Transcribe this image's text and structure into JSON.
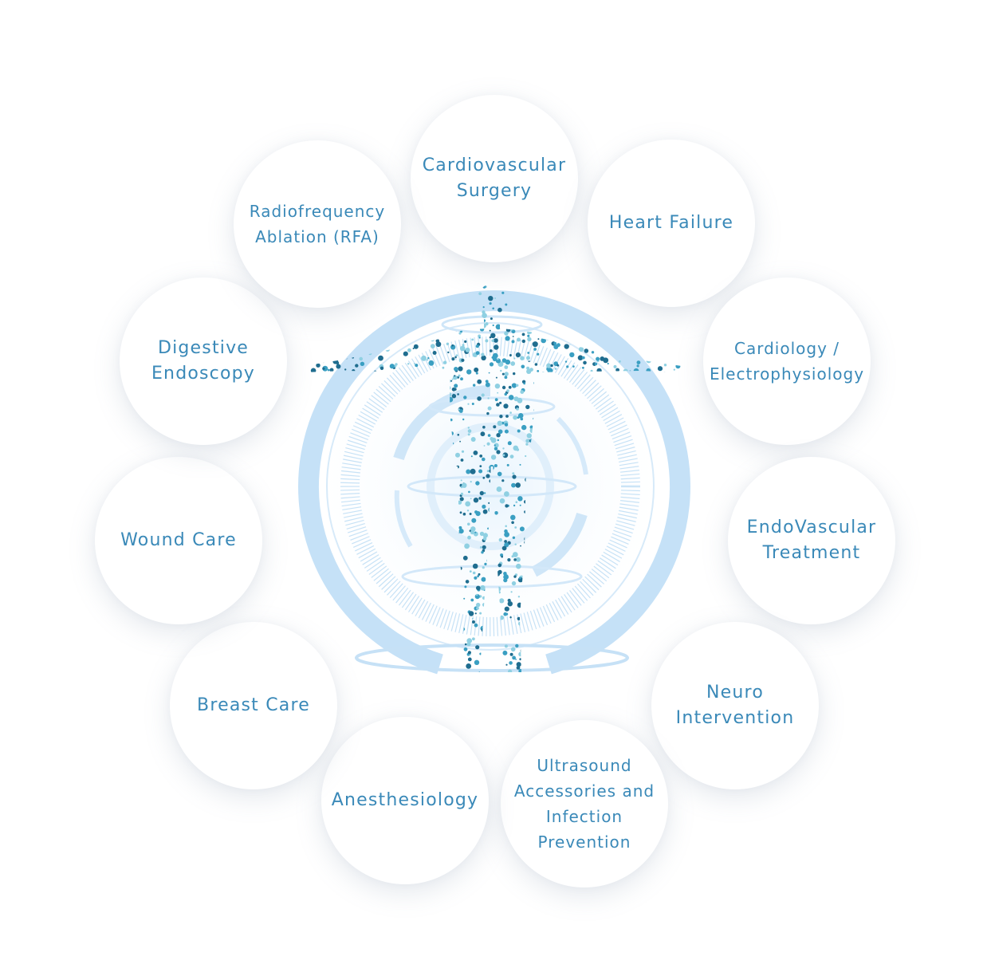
{
  "specialties": [
    {
      "id": "cardiovascular-surgery",
      "label": "Cardiovascular\nSurgery"
    },
    {
      "id": "heart-failure",
      "label": "Heart Failure"
    },
    {
      "id": "cardiology-electrophysiology",
      "label": "Cardiology /\nElectrophysiology"
    },
    {
      "id": "endovascular-treatment",
      "label": "EndoVascular\nTreatment"
    },
    {
      "id": "neuro-intervention",
      "label": "Neuro\nIntervention"
    },
    {
      "id": "ultrasound-accessories",
      "label": "Ultrasound\nAccessories and\nInfection\nPrevention"
    },
    {
      "id": "anesthesiology",
      "label": "Anesthesiology"
    },
    {
      "id": "breast-care",
      "label": "Breast Care"
    },
    {
      "id": "wound-care",
      "label": "Wound Care"
    },
    {
      "id": "digestive-endoscopy",
      "label": "Digestive\nEndoscopy"
    },
    {
      "id": "radiofrequency-ablation",
      "label": "Radiofrequency\nAblation (RFA)"
    }
  ],
  "colors": {
    "label": "#3a89b8",
    "ring": "#bcdcf6",
    "dot_dark": "#1f6d8f",
    "dot_mid": "#3a9fc2",
    "dot_light": "#8fd0e2"
  }
}
